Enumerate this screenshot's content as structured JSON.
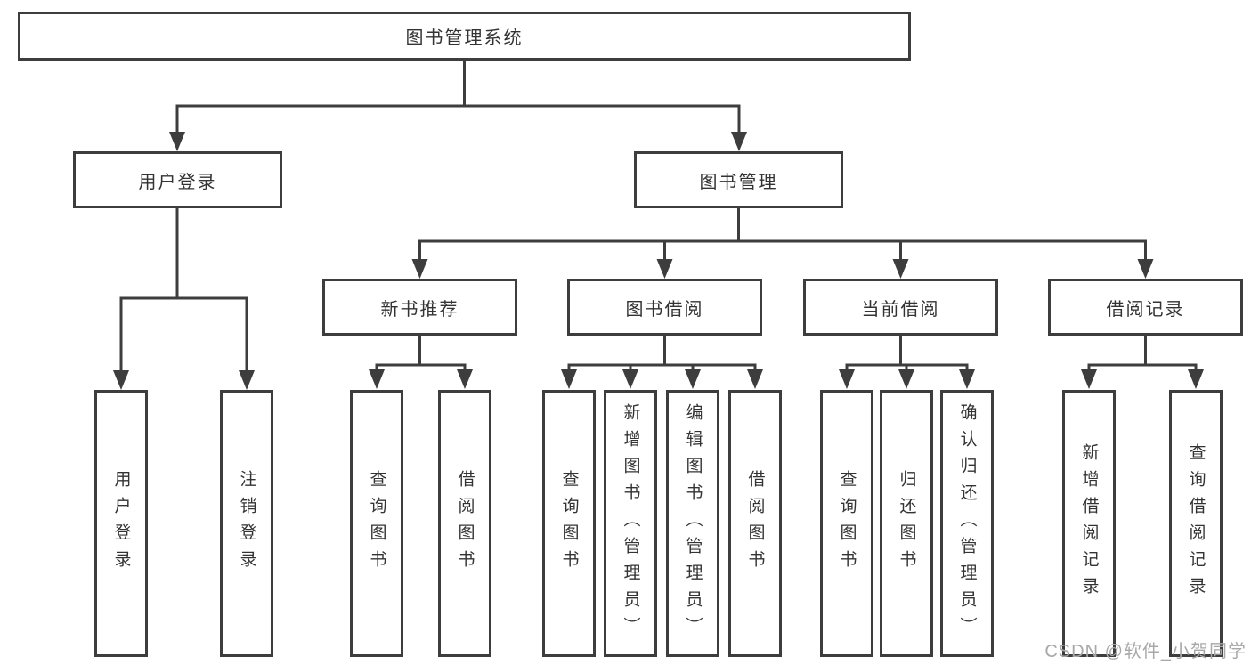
{
  "colors": {
    "line": "#3d3d3d",
    "text": "#333333",
    "watermark": "#a8a8a8",
    "background": "#ffffff"
  },
  "watermark": "CSDN @软件_小贺同学",
  "root": {
    "label": "图书管理系统",
    "children": [
      {
        "label": "用户登录",
        "children": [
          {
            "label": "用户登录"
          },
          {
            "label": "注销登录"
          }
        ]
      },
      {
        "label": "图书管理",
        "children": [
          {
            "label": "新书推荐",
            "children": [
              {
                "label": "查询图书"
              },
              {
                "label": "借阅图书"
              }
            ]
          },
          {
            "label": "图书借阅",
            "children": [
              {
                "label": "查询图书"
              },
              {
                "label": "新增图书（管理员）"
              },
              {
                "label": "编辑图书（管理员）"
              },
              {
                "label": "借阅图书"
              }
            ]
          },
          {
            "label": "当前借阅",
            "children": [
              {
                "label": "查询图书"
              },
              {
                "label": "归还图书"
              },
              {
                "label": "确认归还（管理员）"
              }
            ]
          },
          {
            "label": "借阅记录",
            "children": [
              {
                "label": "新增借阅记录"
              },
              {
                "label": "查询借阅记录"
              }
            ]
          }
        ]
      }
    ]
  }
}
